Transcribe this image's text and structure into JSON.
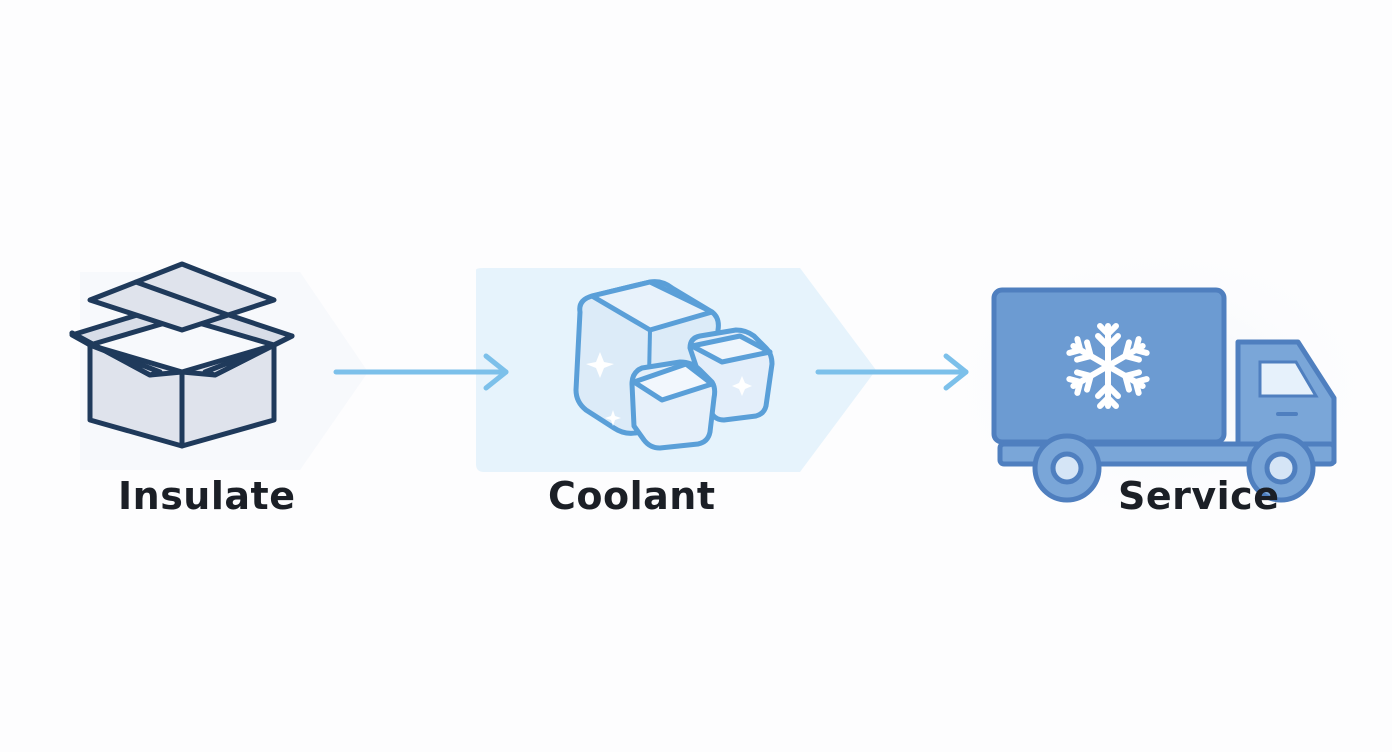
{
  "steps": [
    {
      "label": "Insulate",
      "icon": "open-box-icon"
    },
    {
      "label": "Coolant",
      "icon": "ice-cubes-icon"
    },
    {
      "label": "Service",
      "icon": "refrigerated-truck-icon"
    }
  ],
  "colors": {
    "outline": "#1f3a5b",
    "box_fill": "#dfe3ec",
    "ice_stroke": "#5a9fd8",
    "ice_fill": "#dcebf8",
    "truck_body": "#6c9bd2",
    "truck_stroke": "#4f7fbf",
    "arrow": "#7cc0ea",
    "highlight_panel": "#e6f3fc",
    "text": "#1b1f26"
  }
}
